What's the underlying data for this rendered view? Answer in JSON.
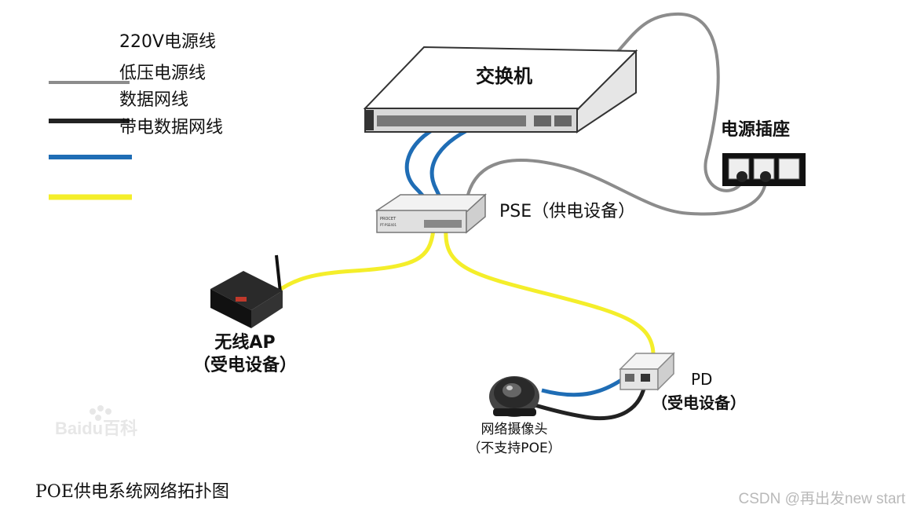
{
  "legend": {
    "items": [
      {
        "label": "220V电源线",
        "color": "#8c8c8c"
      },
      {
        "label": "低压电源线",
        "color": "#222222"
      },
      {
        "label": "数据网线",
        "color": "#1f6db5"
      },
      {
        "label": "带电数据网线",
        "color": "#f4ee2a"
      }
    ]
  },
  "devices": {
    "switch": "交换机",
    "power_socket": "电源插座",
    "pse": "PSE（供电设备）",
    "ap_name": "无线AP",
    "ap_role": "（受电设备）",
    "pd_name": "PD",
    "pd_role": "（受电设备）",
    "camera_name": "网络摄像头",
    "camera_note": "（不支持POE）",
    "pse_brand": "PROCET",
    "pse_model": "PT-PSE401"
  },
  "watermark_logo": "Baidu百科",
  "caption": "POE供电系统网络拓扑图",
  "footer_watermark": "CSDN @再出发new start"
}
